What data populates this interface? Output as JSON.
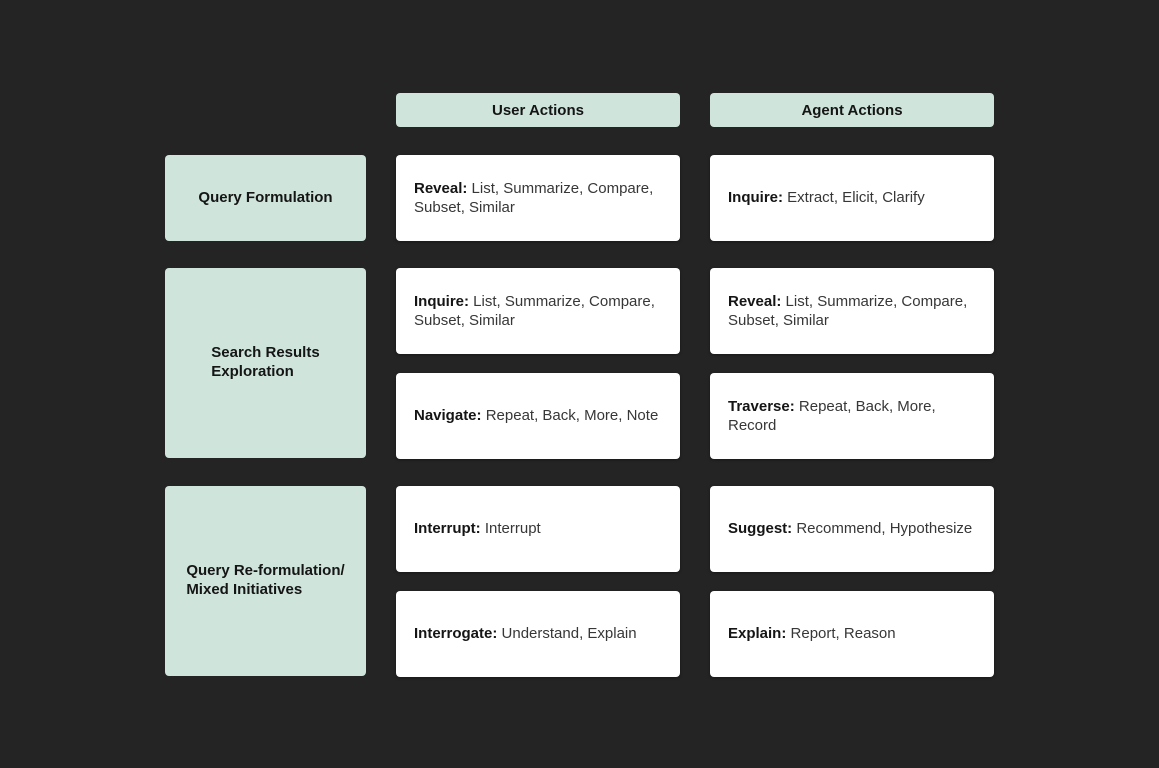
{
  "colors": {
    "bg": "#242424",
    "mint": "#cfe5dc",
    "card": "#ffffff",
    "text_bold": "#151515",
    "text_regular": "#373737"
  },
  "column_headers": {
    "user": "User Actions",
    "agent": "Agent Actions"
  },
  "rows": [
    {
      "label": "Query Formulation",
      "user": [
        {
          "verb": "Reveal:",
          "items": "List, Summarize, Compare, Subset, Similar"
        }
      ],
      "agent": [
        {
          "verb": "Inquire:",
          "items": "Extract, Elicit, Clarify"
        }
      ]
    },
    {
      "label": "Search Results\nExploration",
      "user": [
        {
          "verb": "Inquire:",
          "items": "List, Summarize, Compare, Subset, Similar"
        },
        {
          "verb": "Navigate:",
          "items": "Repeat, Back, More, Note"
        }
      ],
      "agent": [
        {
          "verb": "Reveal:",
          "items": "List, Summarize, Compare, Subset, Similar"
        },
        {
          "verb": "Traverse:",
          "items": "Repeat, Back, More, Record"
        }
      ]
    },
    {
      "label": "Query Re-formulation/\nMixed Initiatives",
      "user": [
        {
          "verb": "Interrupt:",
          "items": "Interrupt"
        },
        {
          "verb": "Interrogate:",
          "items": "Understand, Explain"
        }
      ],
      "agent": [
        {
          "verb": "Suggest:",
          "items": "Recommend, Hypothesize"
        },
        {
          "verb": "Explain:",
          "items": "Report, Reason"
        }
      ]
    }
  ]
}
